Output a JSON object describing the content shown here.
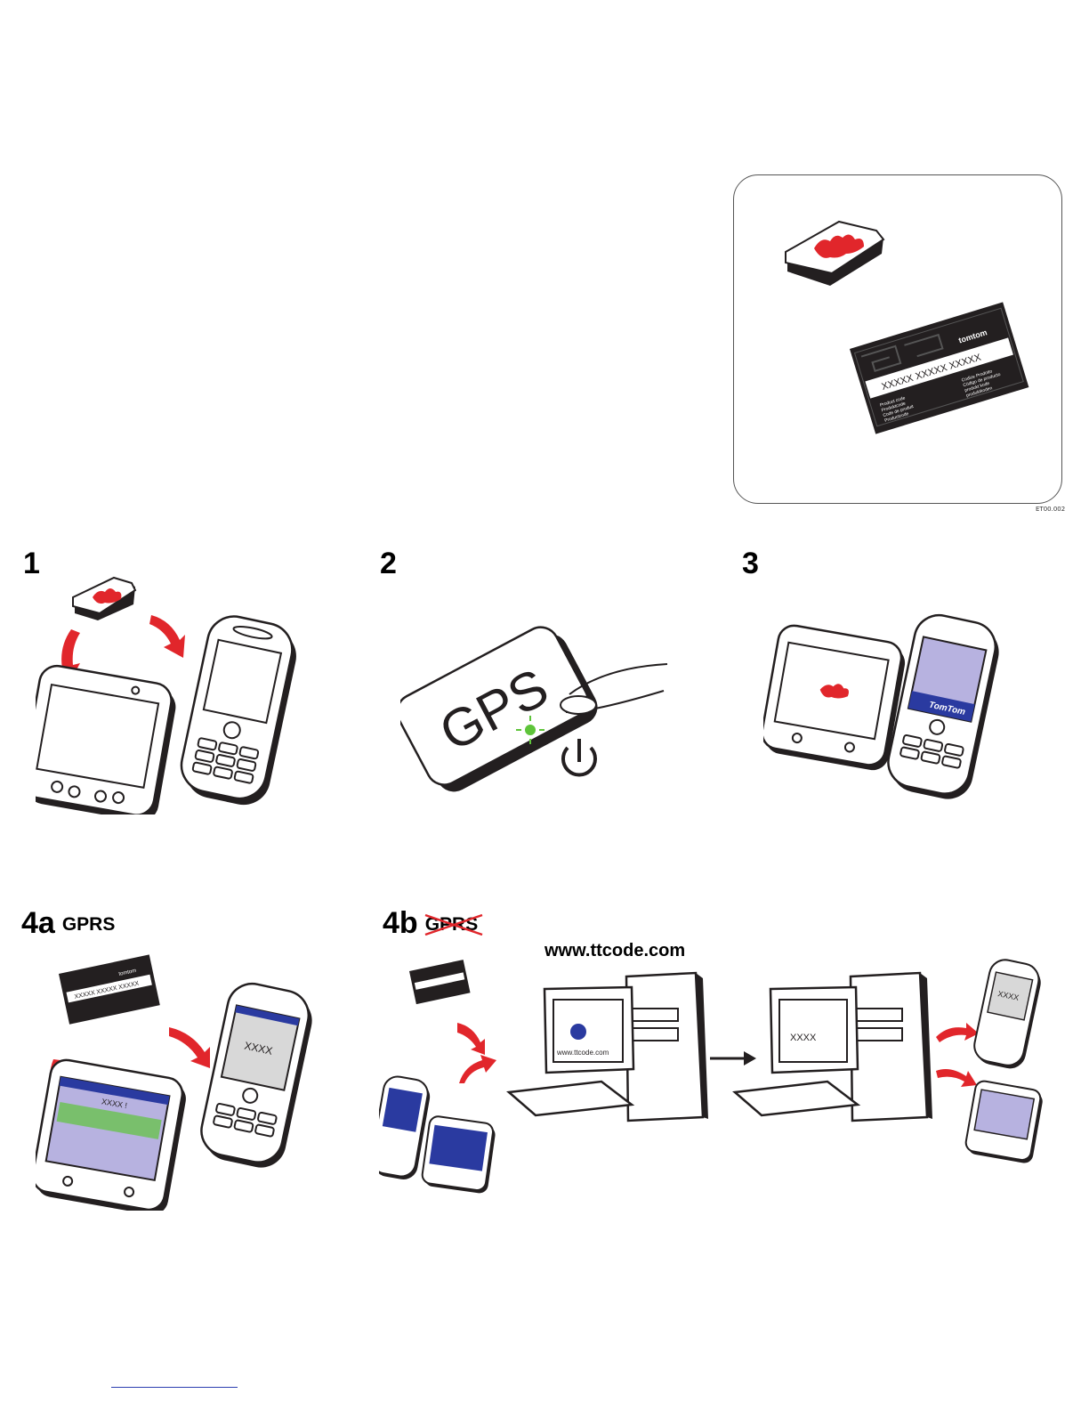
{
  "doc": {
    "ref_code": "ET00.002",
    "steps": {
      "s1": "1",
      "s2": "2",
      "s3": "3",
      "s4a": "4a",
      "s4a_sub": "GPRS",
      "s4b": "4b",
      "s4b_sub": "GPRS"
    },
    "gps_label": "GPS",
    "website": "www.ttcode.com",
    "browser_text": "www.ttcode.com",
    "code_placeholder": "XXXX",
    "code_entry": "XXXX !",
    "card": {
      "brand": "tomtom",
      "code_full": "XXXXX XXXXX XXXXX",
      "code_short": "XXXXX XXXXX XXXXX",
      "left_lines": [
        "Product code",
        "Produktcode",
        "Code de produit",
        "Productcode"
      ],
      "right_lines": [
        "Codice Prodotto",
        "Código de producto",
        "produkt kode",
        "produktkoden"
      ]
    },
    "phone_brand": "TomTom",
    "colors": {
      "red": "#e1262b",
      "dark": "#231f20",
      "lavender": "#b7b2e0",
      "blue": "#2a3aa0",
      "green": "#5ec43a"
    }
  }
}
